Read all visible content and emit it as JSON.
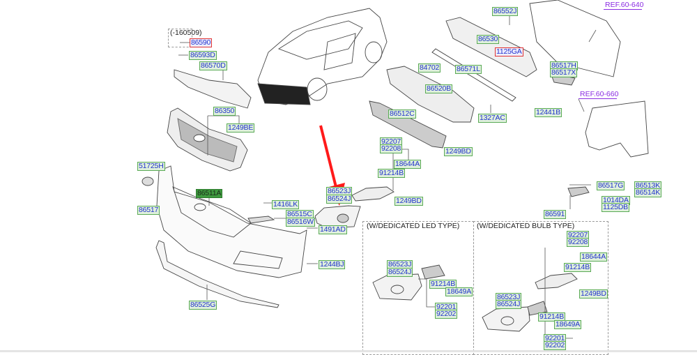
{
  "diagram": {
    "title": "Front bumper parts diagram",
    "variant_note": "(-160509)",
    "refs": [
      {
        "id": "ref-60-640",
        "text": "REF.60-640"
      },
      {
        "id": "ref-60-660",
        "text": "REF.60-660"
      }
    ],
    "sections": [
      {
        "id": "led",
        "title": "(W/DEDICATED LED TYPE)"
      },
      {
        "id": "bulb",
        "title": "(W/DEDICATED BULB TYPE)"
      }
    ],
    "highlight_arrow": {
      "color": "#ff1a1a",
      "points_to": "86523J / 86524J fog lamp cover"
    },
    "colors": {
      "label_text": "#2233cc",
      "label_bg": "#dff0dc",
      "label_border": "#5aaa55",
      "highlight_bg": "#3f9a3f",
      "ref_text": "#8a2be2",
      "alert_border": "#e03333"
    },
    "labels": {
      "p86590": "86590",
      "p86593D": "86593D",
      "p86570D": "86570D",
      "p86350": "86350",
      "p1249BE": "1249BE",
      "p51725H": "51725H",
      "p86511A": "86511A",
      "p86517": "86517",
      "p1416LK": "1416LK",
      "p86515C": "86515C",
      "p86516W": "86516W",
      "p1491AD": "1491AD",
      "p1244BJ": "1244BJ",
      "p86525G": "86525G",
      "p86523J_main": "86523J",
      "p86524J_main": "86524J",
      "p86552J": "86552J",
      "p86530": "86530",
      "p1125GA": "1125GA",
      "p84702": "84702",
      "p86571L": "86571L",
      "p86520B": "86520B",
      "p86512C": "86512C",
      "p1327AC": "1327AC",
      "p1249BD_a": "1249BD",
      "p92207_a": "92207",
      "p92208_a": "92208",
      "p18644A_a": "18644A",
      "p91214B_a": "91214B",
      "p1249BD_b": "1249BD",
      "p86517H": "86517H",
      "p86517X": "86517X",
      "p12441B": "12441B",
      "p86517G": "86517G",
      "p86513K": "86513K",
      "p86514K": "86514K",
      "p1014DA": "1014DA",
      "p1125DB": "1125DB",
      "p86591": "86591",
      "led_86523J": "86523J",
      "led_86524J": "86524J",
      "led_91214B": "91214B",
      "led_18649A": "18649A",
      "led_92201": "92201",
      "led_92202": "92202",
      "bulb_92207": "92207",
      "bulb_92208": "92208",
      "bulb_18644A": "18644A",
      "bulb_91214B_top": "91214B",
      "bulb_1249BD": "1249BD",
      "bulb_86523J": "86523J",
      "bulb_86524J": "86524J",
      "bulb_91214B": "91214B",
      "bulb_18649A": "18649A",
      "bulb_92201": "92201",
      "bulb_92202": "92202"
    }
  }
}
